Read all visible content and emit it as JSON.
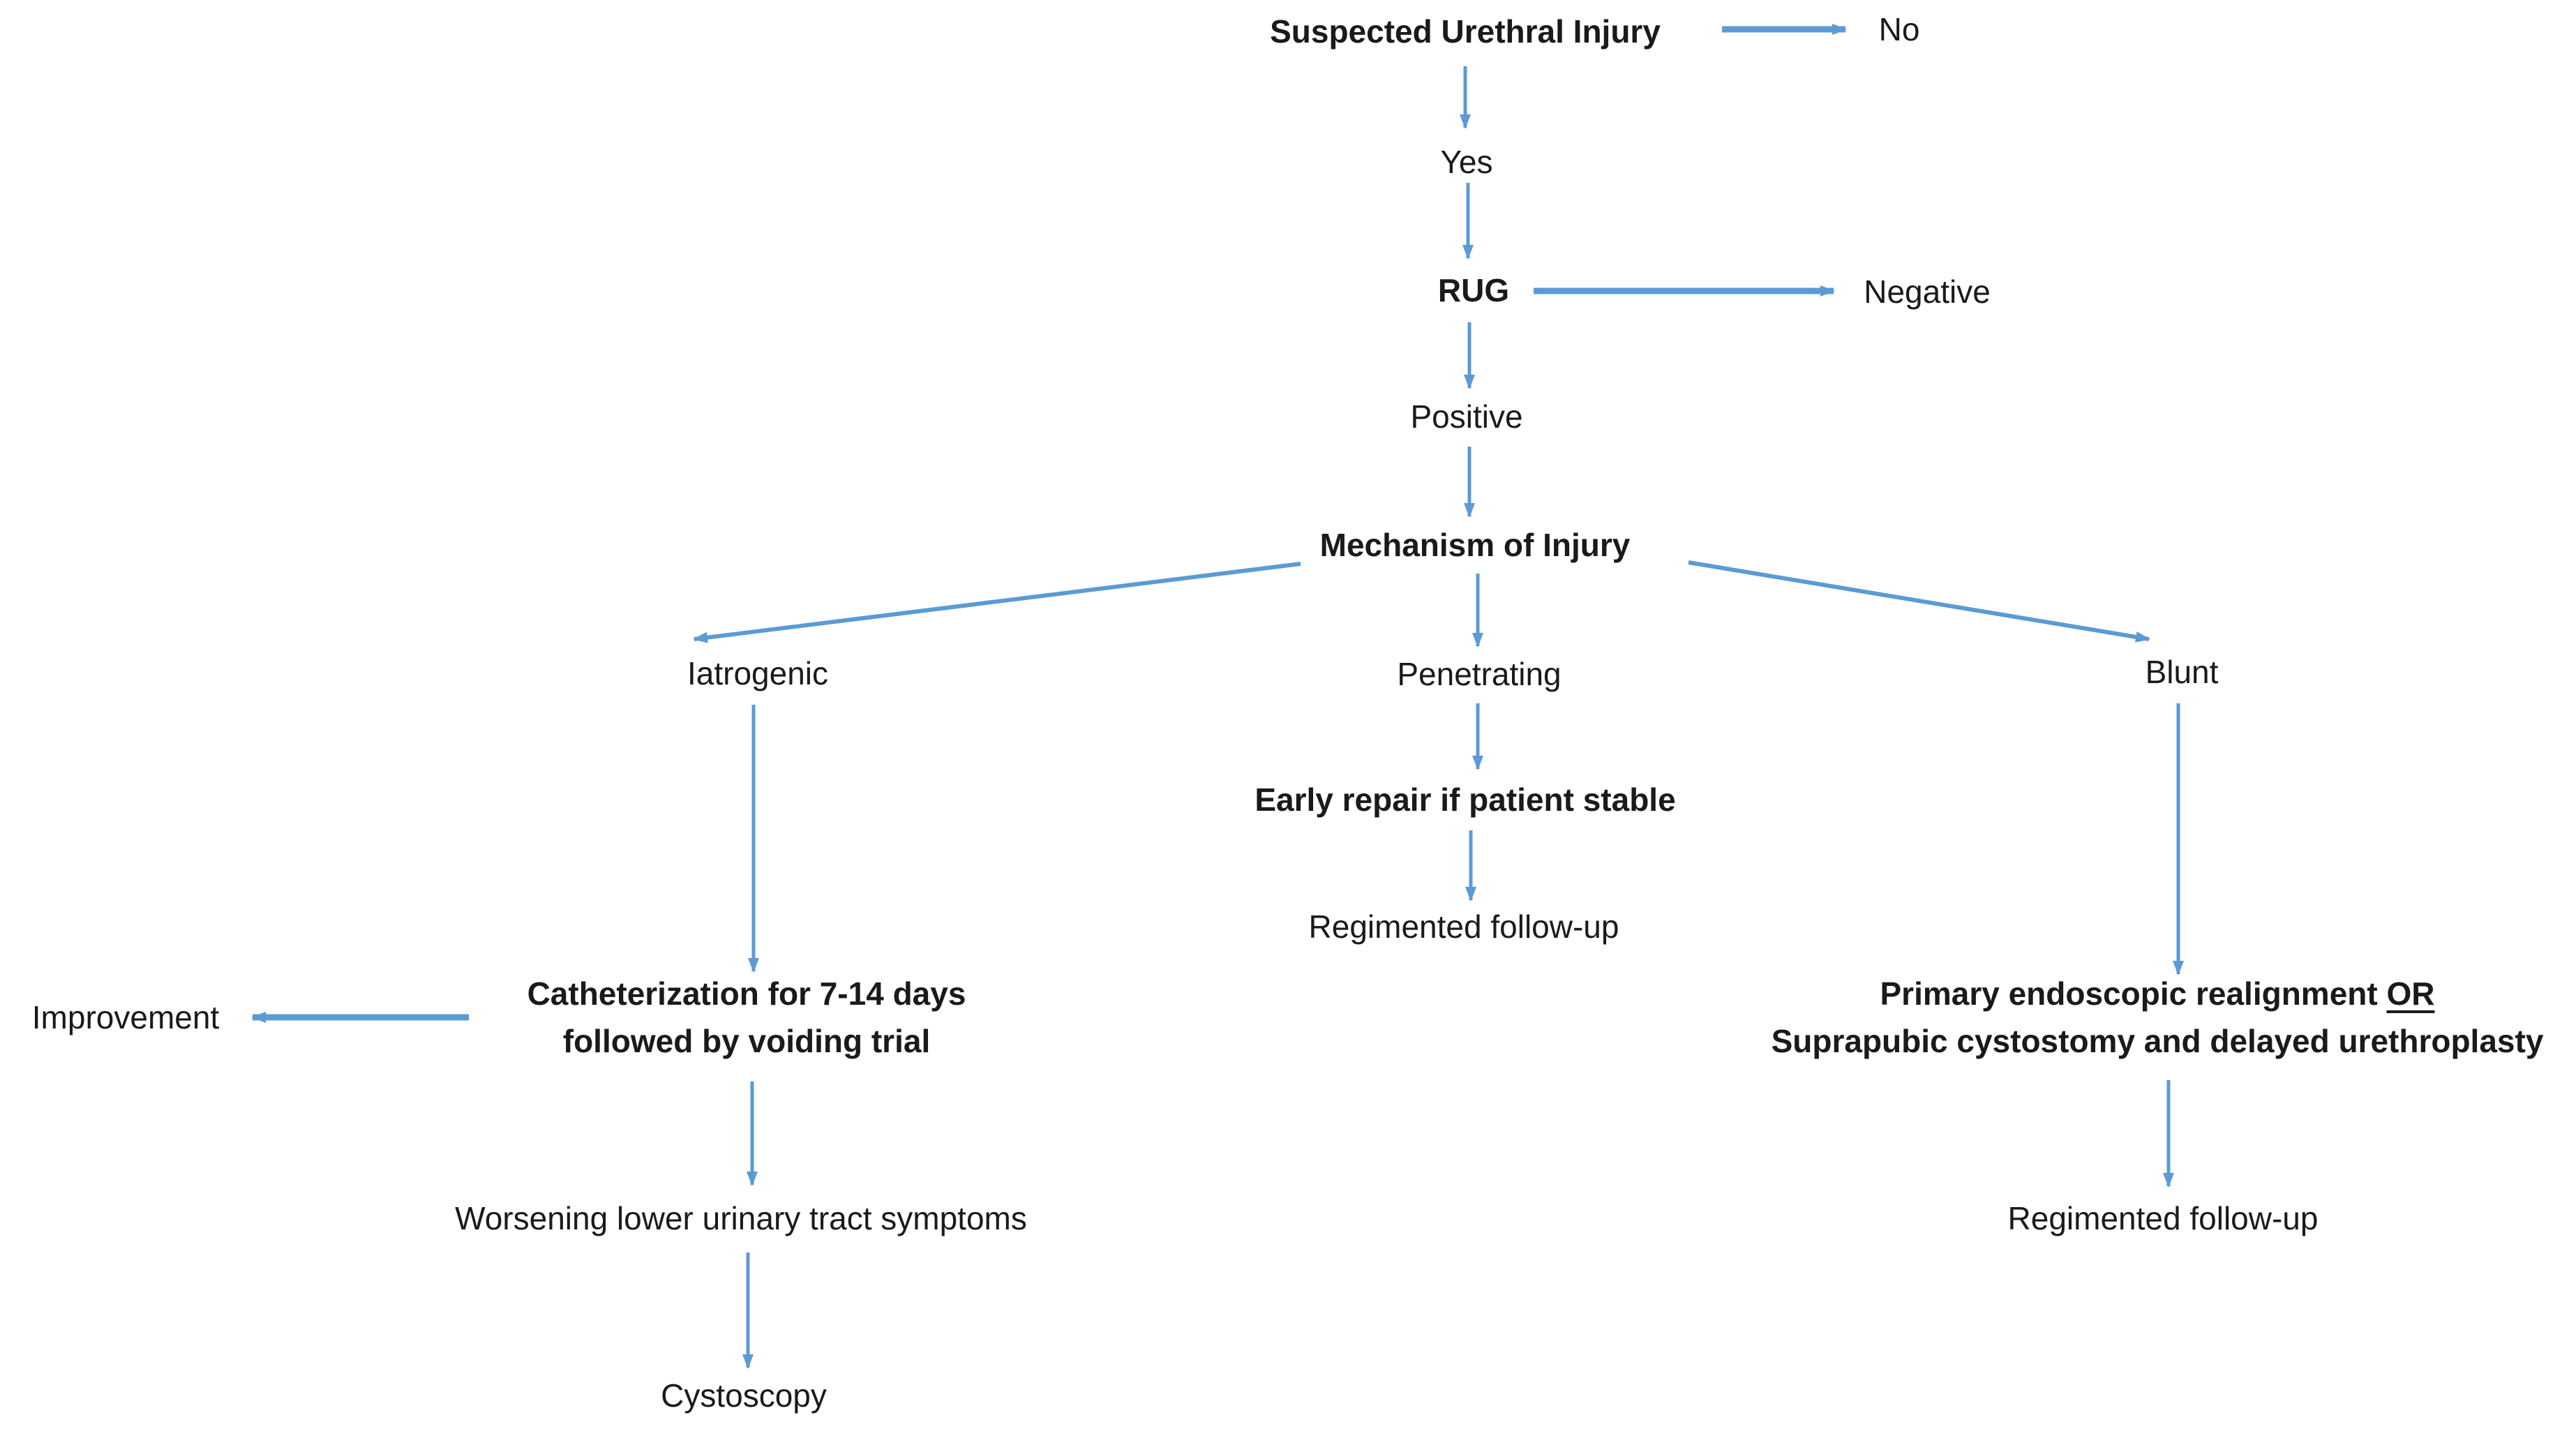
{
  "colors": {
    "arrow": "#5b9bd5",
    "text": "#1a1a1a",
    "background": "#ffffff"
  },
  "nodes": {
    "suspected_injury": {
      "label": "Suspected Urethral Injury"
    },
    "no": {
      "label": "No"
    },
    "yes": {
      "label": "Yes"
    },
    "rug": {
      "label": "RUG"
    },
    "negative": {
      "label": "Negative"
    },
    "positive": {
      "label": "Positive"
    },
    "mechanism": {
      "label": "Mechanism of Injury"
    },
    "iatrogenic": {
      "label": "Iatrogenic"
    },
    "penetrating": {
      "label": "Penetrating"
    },
    "blunt": {
      "label": "Blunt"
    },
    "early_repair": {
      "label": "Early repair if patient stable"
    },
    "regimented_mid": {
      "label": "Regimented follow-up"
    },
    "catheterization": {
      "line1": "Catheterization for 7-14 days",
      "line2": "followed by voiding trial"
    },
    "improvement": {
      "label": "Improvement"
    },
    "primary": {
      "line1_pre": "Primary endoscopic realignment ",
      "line1_or": "OR",
      "line2": "Suprapubic cystostomy and delayed urethroplasty"
    },
    "worsening": {
      "label": "Worsening lower urinary tract symptoms"
    },
    "regimented_right": {
      "label": "Regimented follow-up"
    },
    "cystoscopy": {
      "label": "Cystoscopy"
    }
  },
  "edges": [
    {
      "from": "Suspected Urethral Injury",
      "to": "No"
    },
    {
      "from": "Suspected Urethral Injury",
      "to": "Yes"
    },
    {
      "from": "Yes",
      "to": "RUG"
    },
    {
      "from": "RUG",
      "to": "Negative"
    },
    {
      "from": "RUG",
      "to": "Positive"
    },
    {
      "from": "Positive",
      "to": "Mechanism of Injury"
    },
    {
      "from": "Mechanism of Injury",
      "to": "Iatrogenic"
    },
    {
      "from": "Mechanism of Injury",
      "to": "Penetrating"
    },
    {
      "from": "Mechanism of Injury",
      "to": "Blunt"
    },
    {
      "from": "Iatrogenic",
      "to": "Catheterization for 7-14 days followed by voiding trial"
    },
    {
      "from": "Penetrating",
      "to": "Early repair if patient stable"
    },
    {
      "from": "Early repair if patient stable",
      "to": "Regimented follow-up"
    },
    {
      "from": "Catheterization for 7-14 days followed by voiding trial",
      "to": "Improvement"
    },
    {
      "from": "Catheterization for 7-14 days followed by voiding trial",
      "to": "Worsening lower urinary tract symptoms"
    },
    {
      "from": "Worsening lower urinary tract symptoms",
      "to": "Cystoscopy"
    },
    {
      "from": "Blunt",
      "to": "Primary endoscopic realignment OR Suprapubic cystostomy and delayed urethroplasty"
    },
    {
      "from": "Primary endoscopic realignment OR Suprapubic cystostomy and delayed urethroplasty",
      "to": "Regimented follow-up"
    }
  ]
}
